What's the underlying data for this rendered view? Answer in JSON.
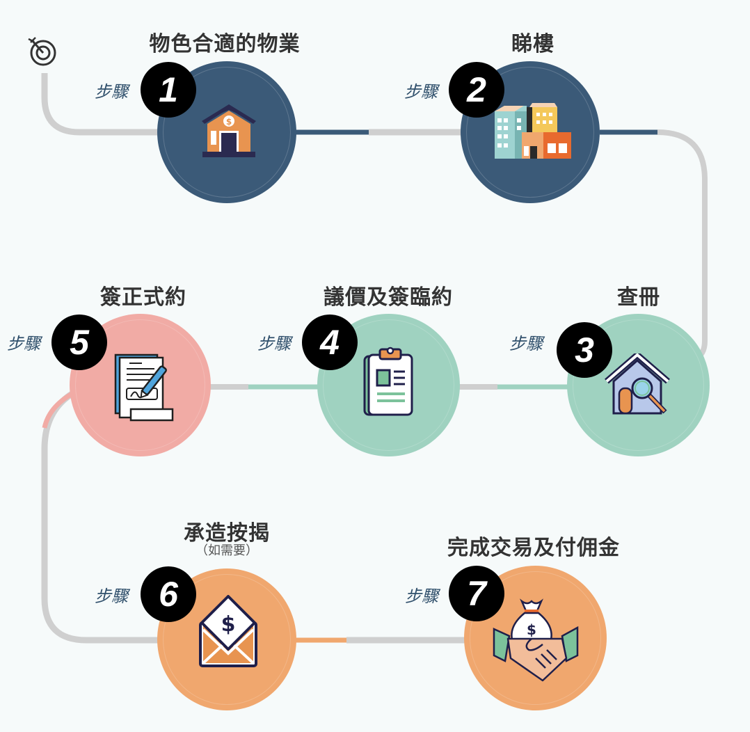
{
  "diagram": {
    "start_icon": "target-icon",
    "step_prefix": "步驟",
    "colors": {
      "navy": "#3b5a78",
      "mint": "#9fd2c0",
      "pink": "#f1aba5",
      "orange": "#f0a76e",
      "connector": "#cfcfcf",
      "title_text": "#333333",
      "step_label": "#2f4f6b"
    },
    "steps": [
      {
        "number": "1",
        "title": "物色合適的物業",
        "icon": "house-dollar-icon",
        "color": "navy"
      },
      {
        "number": "2",
        "title": "睇樓",
        "icon": "buildings-icon",
        "color": "navy"
      },
      {
        "number": "3",
        "title": "查冊",
        "icon": "house-search-icon",
        "color": "mint"
      },
      {
        "number": "4",
        "title": "議價及簽臨約",
        "icon": "clipboard-icon",
        "color": "mint"
      },
      {
        "number": "5",
        "title": "簽正式約",
        "icon": "contract-sign-icon",
        "color": "pink"
      },
      {
        "number": "6",
        "title": "承造按揭",
        "subtitle": "（如需要）",
        "icon": "envelope-dollar-icon",
        "color": "orange"
      },
      {
        "number": "7",
        "title": "完成交易及付佣金",
        "icon": "handshake-money-icon",
        "color": "orange"
      }
    ]
  }
}
